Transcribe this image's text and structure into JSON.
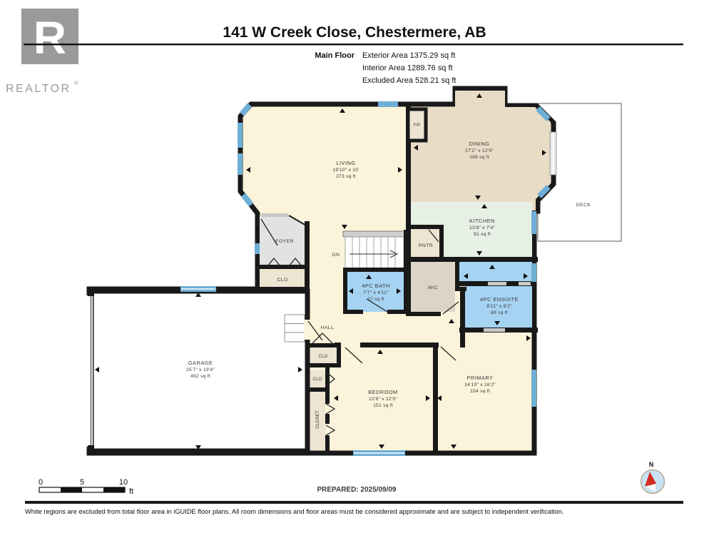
{
  "header": {
    "realtor_letter": "R",
    "realtor_text": "REALTOR",
    "realtor_reg": "®",
    "title": "141 W Creek Close, Chestermere, AB",
    "floor_label": "Main Floor",
    "stat_exterior": "Exterior Area 1375.29 sq ft",
    "stat_interior": "Interior Area 1289.76 sq ft",
    "stat_excluded": "Excluded Area 528.21 sq ft"
  },
  "rooms": {
    "living": {
      "name": "LIVING",
      "dims": "19'10\" x 15'",
      "area": "273 sq ft"
    },
    "dining": {
      "name": "DINING",
      "dims": "17'2\" x 12'9\"",
      "area": "189 sq ft"
    },
    "kitchen": {
      "name": "KITCHEN",
      "dims": "13'8\" x 7'4\"",
      "area": "91 sq ft"
    },
    "bath": {
      "name": "4PC BATH",
      "dims": "7'7\" x 4'11\"",
      "area": "37 sq ft"
    },
    "ensuite": {
      "name": "4PC ENSUITE",
      "dims": "8'11\" x 8'2\"",
      "area": "69 sq ft"
    },
    "bedroom": {
      "name": "BEDROOM",
      "dims": "12'6\" x 12'5\"",
      "area": "151 sq ft"
    },
    "primary": {
      "name": "PRIMARY",
      "dims": "14'10\" x 16'2\"",
      "area": "154 sq ft"
    },
    "garage": {
      "name": "GARAGE",
      "dims": "25'7\" x 19'4\"",
      "area": "492 sq ft"
    },
    "foyer": {
      "name": "FOYER"
    },
    "clo_foyer": {
      "name": "CLO"
    },
    "fp": {
      "name": "F/P"
    },
    "pntr": {
      "name": "PNTR"
    },
    "wic": {
      "name": "WIC"
    },
    "hall": {
      "name": "HALL"
    },
    "clo_hall": {
      "name": "CLO"
    },
    "clo_small": {
      "name": "CLO"
    },
    "closet": {
      "name": "CLOSET"
    },
    "deck": {
      "name": "DECK"
    },
    "stairs": {
      "label": "DN"
    }
  },
  "footer": {
    "scale_tick_0": "0",
    "scale_tick_5": "5",
    "scale_tick_10": "10",
    "scale_unit": "ft",
    "prepared": "PREPARED: 2025/09/09",
    "compass_north": "N",
    "disclaimer": "White regions are excluded from total floor area in iGUIDE floor plans. All room dimensions and floor areas must be considered approximate and are subject to independent verification."
  },
  "colors": {
    "wall": "#191919",
    "cream": "#FBF3DA",
    "tan": "#E9DCC6",
    "green": "#E6F0E4",
    "blue": "#A6D3F2",
    "window_blue": "#6FAFD6",
    "gray_room": "#E2E2E2",
    "wic_tan": "#DCD4C6",
    "clo_beige": "#EDE4D2"
  }
}
